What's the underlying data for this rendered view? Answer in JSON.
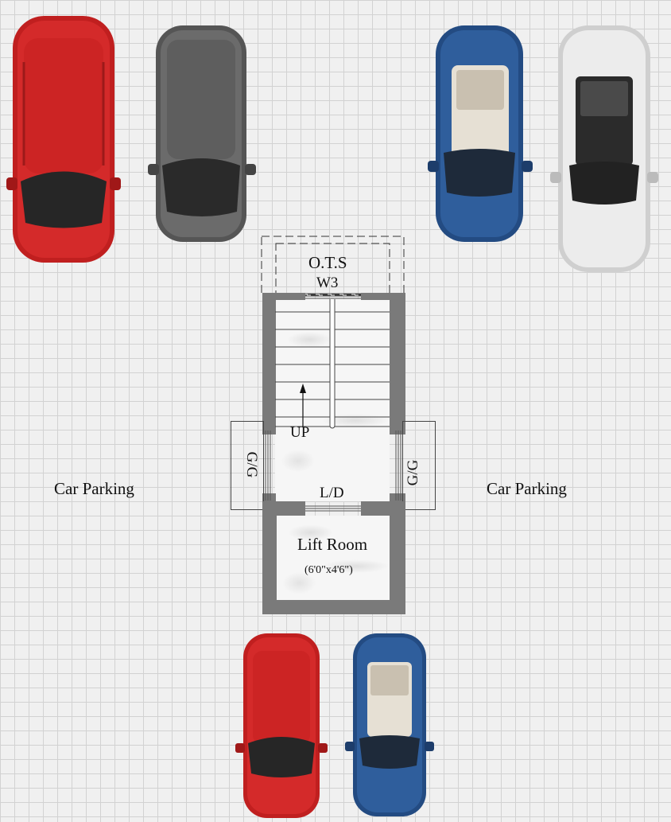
{
  "labels": {
    "ots": "O.T.S",
    "w3": "W3",
    "up": "UP",
    "ld": "L/D",
    "gg_left": "G/G",
    "gg_right": "G/G",
    "lift_room": "Lift Room",
    "lift_size": "(6'0\"x4'6\")",
    "car_parking_left": "Car Parking",
    "car_parking_right": "Car Parking"
  },
  "cars": [
    {
      "id": "red-top-left",
      "color": "#d42a2a"
    },
    {
      "id": "grey-top",
      "color": "#6b6b6b"
    },
    {
      "id": "blue-top",
      "color": "#2f5e9c"
    },
    {
      "id": "white-top-right",
      "color": "#e8e8e8"
    },
    {
      "id": "red-bottom",
      "color": "#d42a2a"
    },
    {
      "id": "blue-bottom",
      "color": "#2f5e9c"
    }
  ],
  "colors": {
    "wall": "#7a7a7a",
    "grid": "#d2d2d2",
    "background": "#f0f0f0"
  }
}
